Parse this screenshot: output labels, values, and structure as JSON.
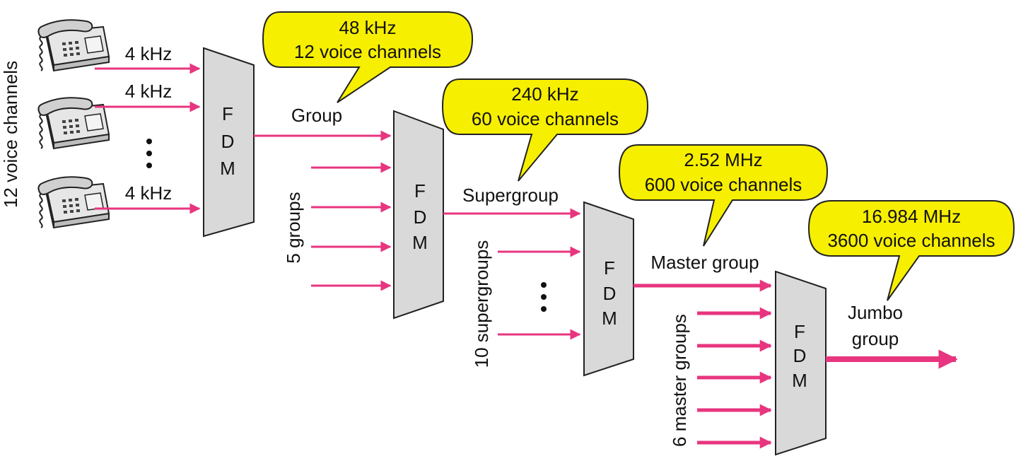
{
  "colors": {
    "arrow": "#e8357f",
    "fdm_fill": "#d9d9d9",
    "fdm_stroke": "#222222",
    "bubble_fill": "#f7ef00",
    "bubble_stroke": "#222222",
    "text": "#111111"
  },
  "icons": {
    "telephone": "telephone-icon",
    "ellipsis": "vertical-ellipsis-icon"
  },
  "stage1": {
    "side_label": "12 voice channels",
    "input_labels": [
      "4 kHz",
      "4 kHz",
      "4 kHz"
    ],
    "output_label": "Group",
    "bubble": {
      "line1": "48 kHz",
      "line2": "12 voice channels"
    }
  },
  "stage2": {
    "side_label": "5 groups",
    "output_label": "Supergroup",
    "bubble": {
      "line1": "240 kHz",
      "line2": "60 voice channels"
    }
  },
  "stage3": {
    "side_label": "10 supergroups",
    "output_label": "Master group",
    "bubble": {
      "line1": "2.52 MHz",
      "line2": "600 voice channels"
    }
  },
  "stage4": {
    "side_label": "6 master groups",
    "output_label_line1": "Jumbo",
    "output_label_line2": "group",
    "bubble": {
      "line1": "16.984 MHz",
      "line2": "3600 voice channels"
    }
  },
  "fdm": {
    "letters": [
      "F",
      "D",
      "M"
    ]
  }
}
